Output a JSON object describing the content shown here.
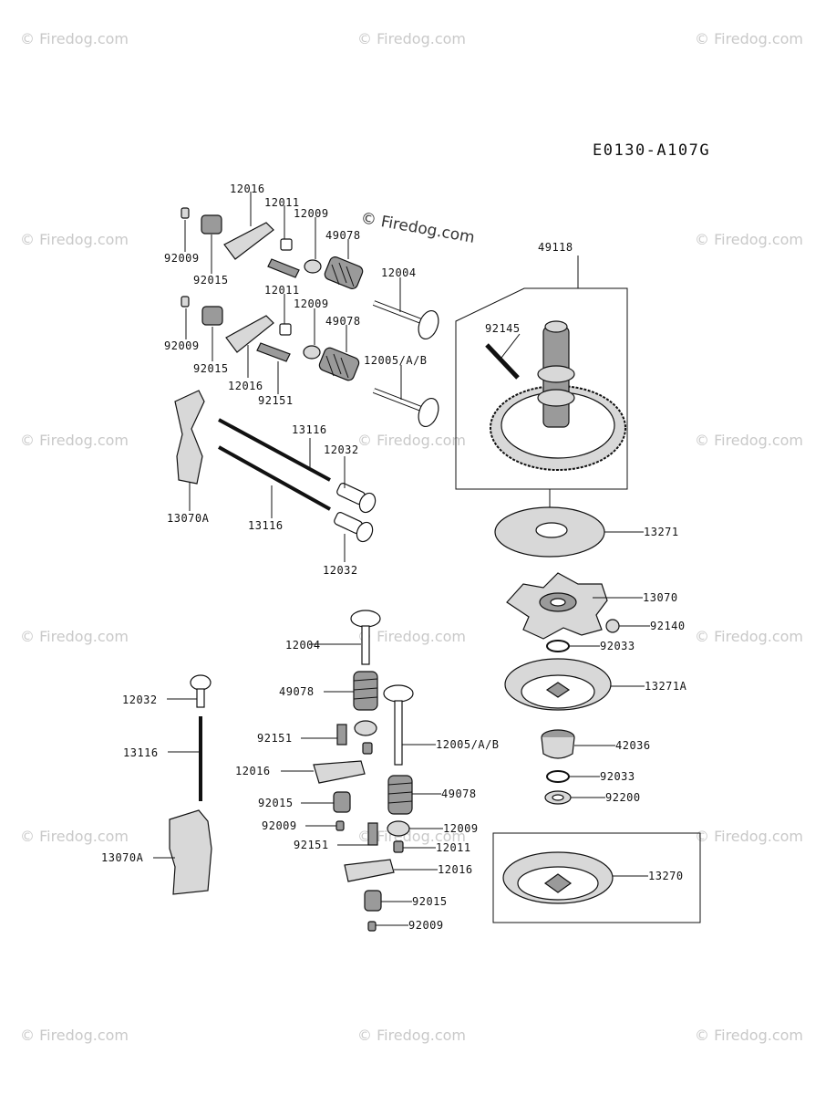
{
  "diagram_code": "E0130-A107G",
  "watermark_text": "© Firedog.com",
  "center_watermark": "© Firedog.com",
  "labels": {
    "l12016a": "12016",
    "l12011a": "12011",
    "l12009a": "12009",
    "l49078a": "49078",
    "l92009a": "92009",
    "l92015a": "92015",
    "l12004a": "12004",
    "l12011b": "12011",
    "l12009b": "12009",
    "l49078b": "49078",
    "l92009b": "92009",
    "l92015b": "92015",
    "l12005a": "12005/A/B",
    "l12016b": "12016",
    "l92151a": "92151",
    "l13116a": "13116",
    "l12032a": "12032",
    "l13070Aa": "13070A",
    "l13116b": "13116",
    "l12032b": "12032",
    "l49118": "49118",
    "l92145": "92145",
    "l13271": "13271",
    "l13070": "13070",
    "l92140": "92140",
    "l92033a": "92033",
    "l13271A": "13271A",
    "l42036": "42036",
    "l92033b": "92033",
    "l92200": "92200",
    "l13270": "13270",
    "l12004b": "12004",
    "l49078c": "49078",
    "l12032c": "12032",
    "l13116c": "13116",
    "l92151b": "92151",
    "l12005b": "12005/A/B",
    "l12016c": "12016",
    "l49078d": "49078",
    "l92015c": "92015",
    "l92009c": "92009",
    "l12009c": "12009",
    "l92151c": "92151",
    "l12011c": "12011",
    "l12016d": "12016",
    "l13070Ab": "13070A",
    "l92015d": "92015",
    "l92009d": "92009"
  }
}
